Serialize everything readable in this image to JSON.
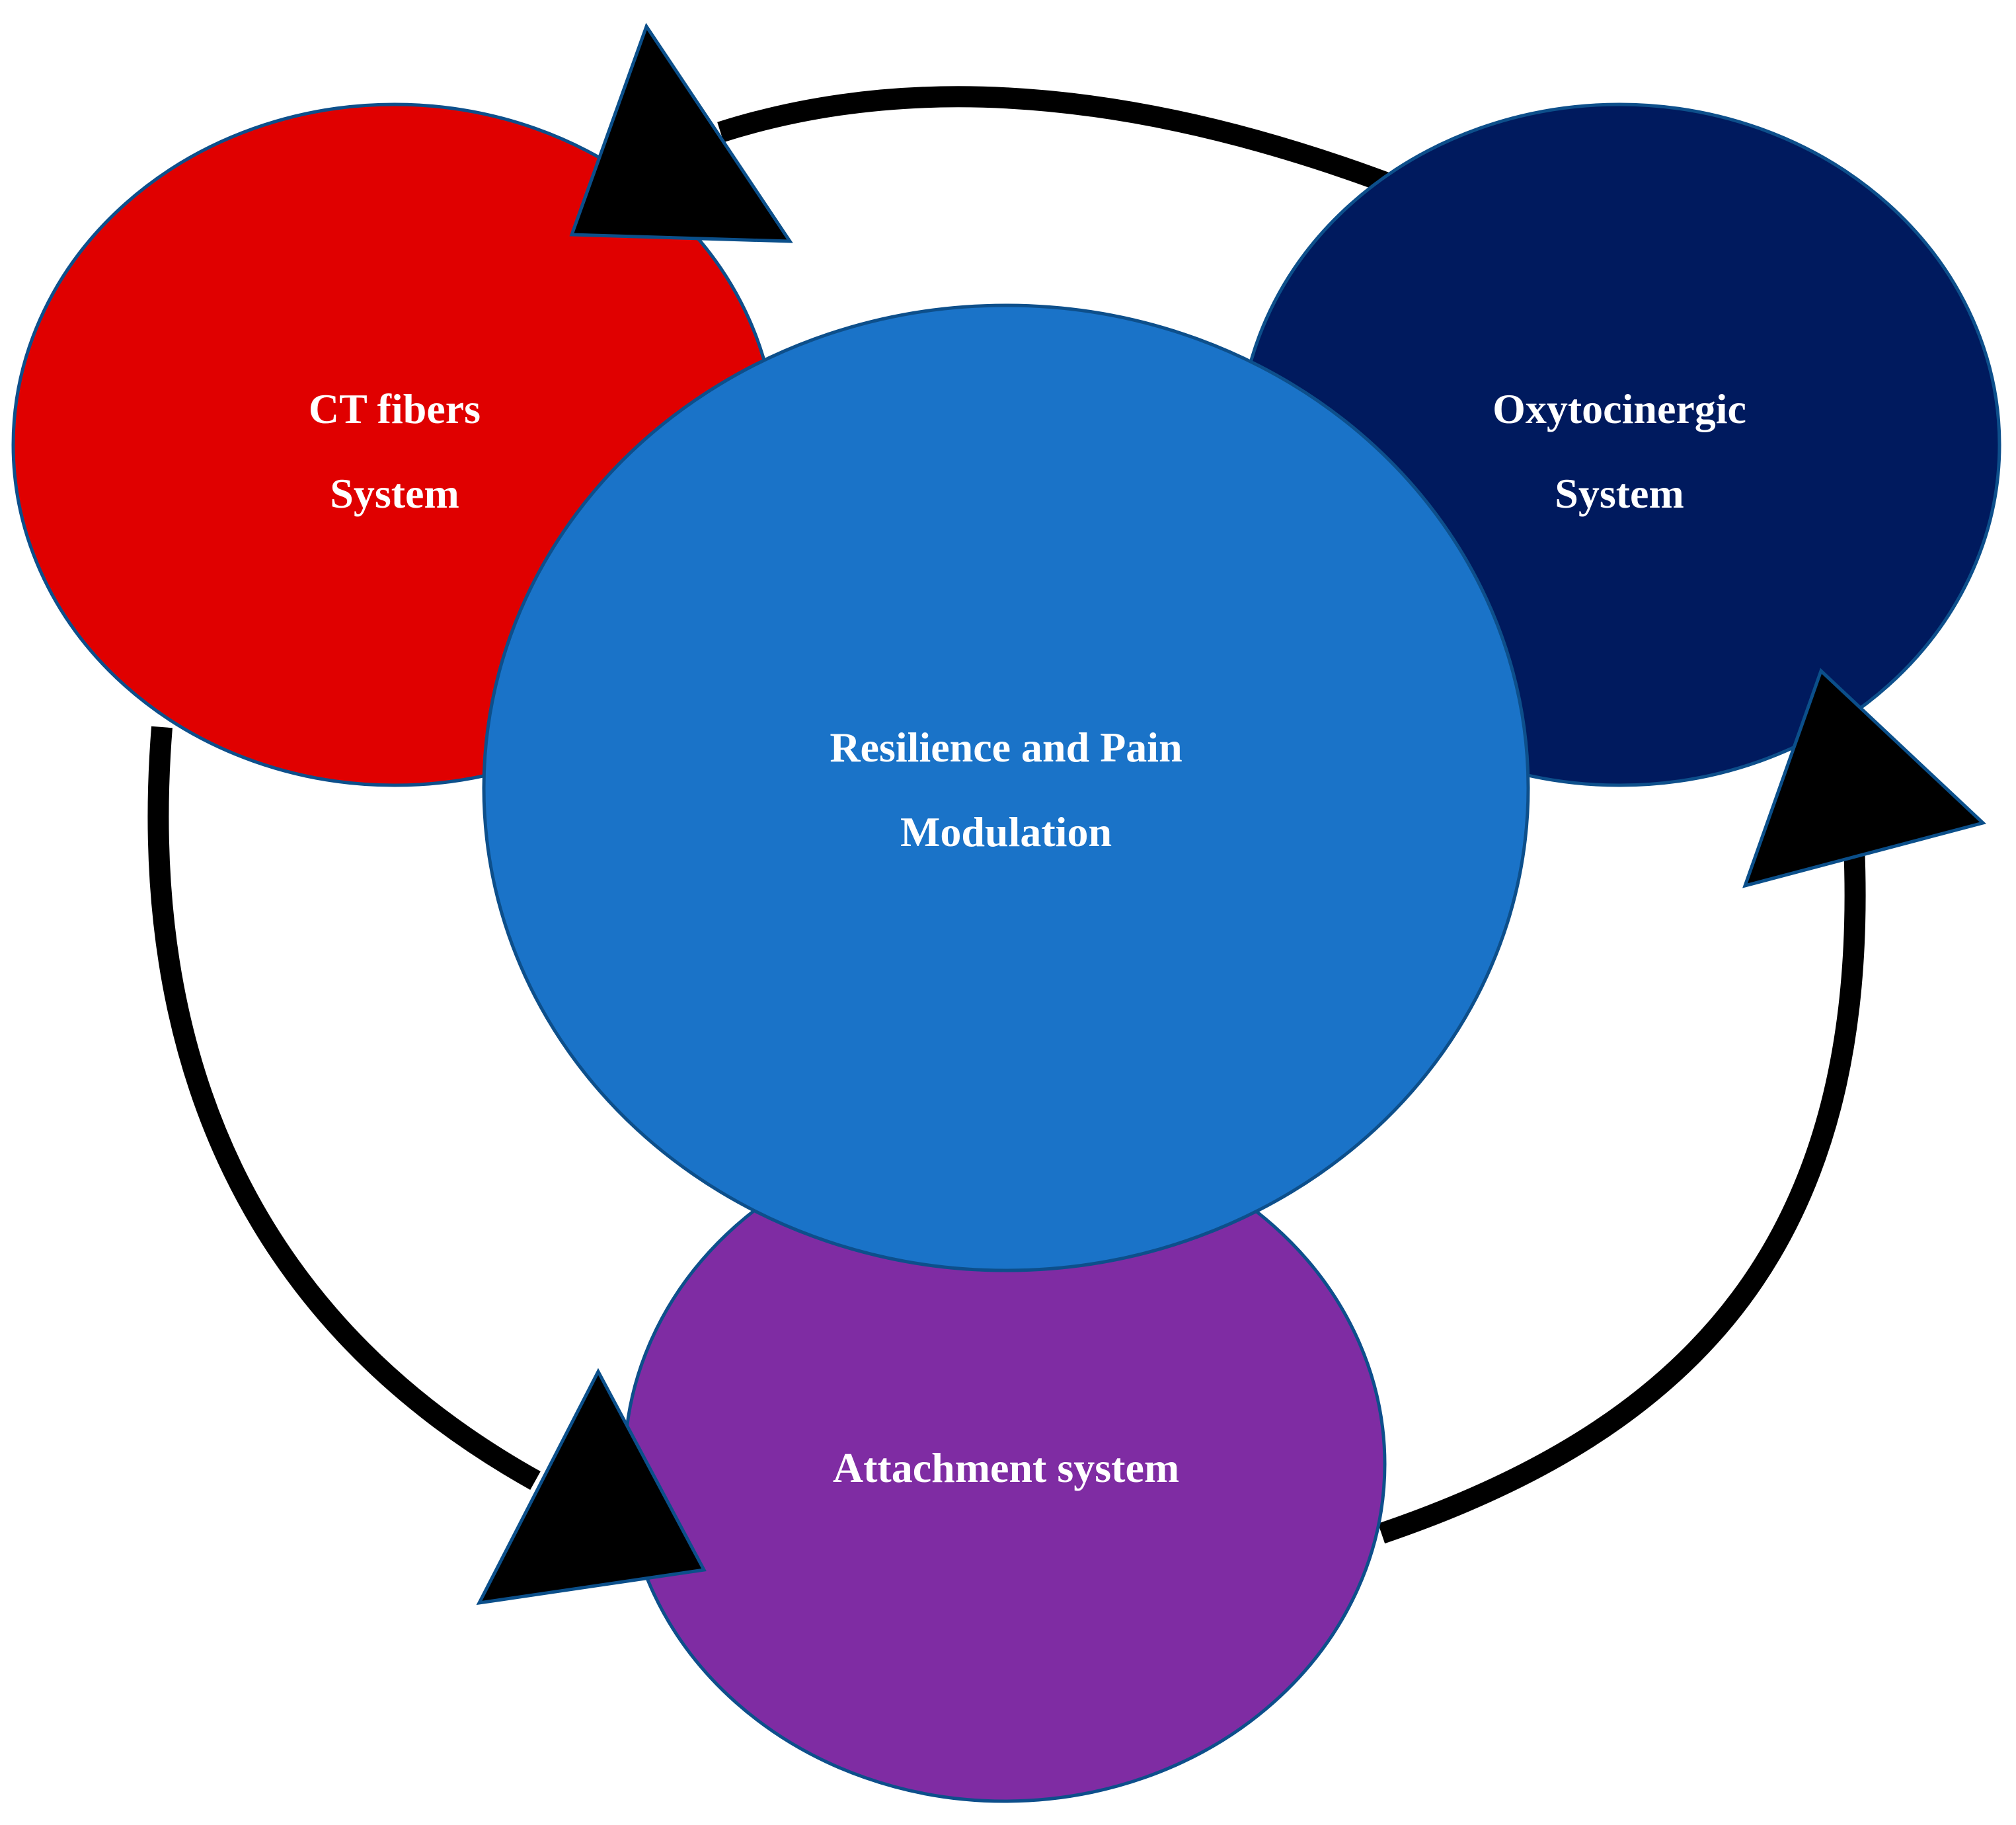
{
  "diagram": {
    "nodes": {
      "ct_fibers": {
        "line1": "CT fibers",
        "line2": "System",
        "color": "#e00000"
      },
      "oxytocinergic": {
        "line1": "Oxytocinergic",
        "line2": "System",
        "color": "#001a5e"
      },
      "attachment": {
        "line1": "Attachment system",
        "color": "#7f2ca3"
      },
      "center": {
        "line1": "Resilience and Pain",
        "line2": "Modulation",
        "color": "#1a73c8"
      }
    },
    "colors": {
      "arrow_fill": "#000000",
      "outline": "#0d4f8b"
    },
    "cycle": [
      "ct_fibers",
      "oxytocinergic",
      "attachment"
    ]
  }
}
